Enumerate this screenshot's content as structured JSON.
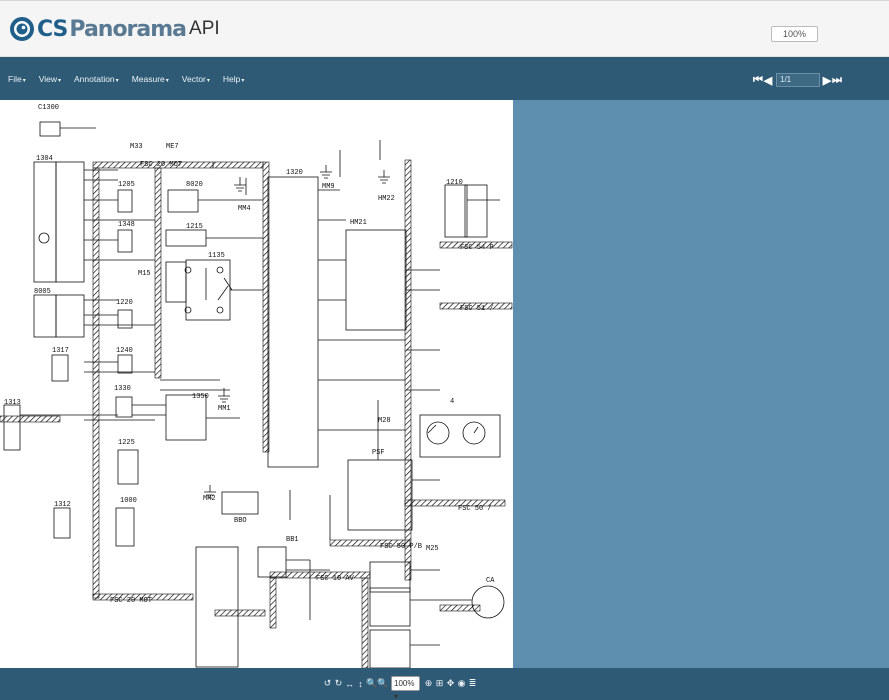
{
  "app": {
    "logo_cs": "CS",
    "logo_panorama": "Panorama",
    "logo_api": "API",
    "zoom_display": "100%"
  },
  "menu": [
    {
      "label": "File"
    },
    {
      "label": "View"
    },
    {
      "label": "Annotation"
    },
    {
      "label": "Measure"
    },
    {
      "label": "Vector"
    },
    {
      "label": "Help"
    }
  ],
  "pager": {
    "page": "1/1"
  },
  "toolbar": {
    "rotate_left": "↺",
    "rotate_right": "↻",
    "fit_width": "↔",
    "fit_height": "↕",
    "zoom_in": "🔍",
    "zoom_out": "🔍",
    "zoom_select": "100%",
    "zoom_window": "⊕",
    "zoom_box": "⊞",
    "pan": "✥",
    "magnifier": "◉",
    "layers": "≣"
  },
  "schematic": {
    "labels": [
      {
        "t": "C1300"
      },
      {
        "t": "1304"
      },
      {
        "t": "1205"
      },
      {
        "t": "8020"
      },
      {
        "t": "1320"
      },
      {
        "t": "MM9"
      },
      {
        "t": "HM22"
      },
      {
        "t": "1210"
      },
      {
        "t": "1348"
      },
      {
        "t": "1215"
      },
      {
        "t": "MM4"
      },
      {
        "t": "HM21"
      },
      {
        "t": "1135"
      },
      {
        "t": "8005"
      },
      {
        "t": "1220"
      },
      {
        "t": "1317"
      },
      {
        "t": "1240"
      },
      {
        "t": "1330"
      },
      {
        "t": "1350"
      },
      {
        "t": "1313"
      },
      {
        "t": "MM1"
      },
      {
        "t": "4"
      },
      {
        "t": "1225"
      },
      {
        "t": "PSF"
      },
      {
        "t": "MM2"
      },
      {
        "t": "1312"
      },
      {
        "t": "1000"
      },
      {
        "t": "BBO"
      },
      {
        "t": "BB1"
      },
      {
        "t": "CA"
      },
      {
        "t": "M33"
      },
      {
        "t": "ME7"
      },
      {
        "t": "M15"
      },
      {
        "t": "M28"
      },
      {
        "t": "M25"
      },
      {
        "t": "FSC 20 MOT"
      },
      {
        "t": "FSC 20 MOT"
      },
      {
        "t": "FSC 10 AV"
      },
      {
        "t": "FSC 50 P/B"
      },
      {
        "t": "FSC 54 P"
      },
      {
        "t": "FSC 51 /"
      },
      {
        "t": "FSC 50 /"
      }
    ]
  }
}
